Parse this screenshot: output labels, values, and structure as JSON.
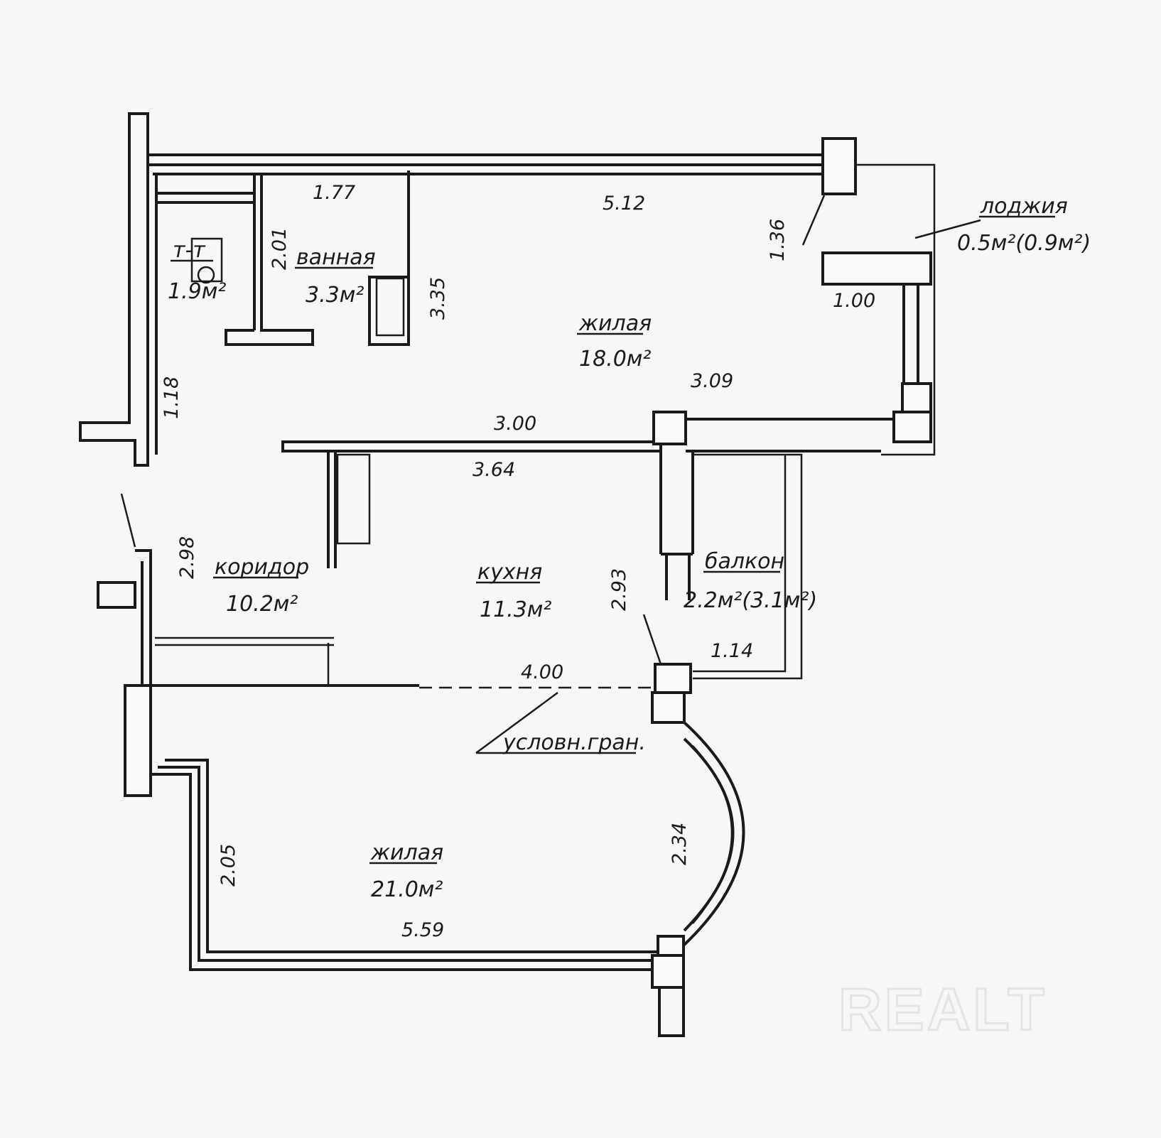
{
  "rooms": {
    "toilet": {
      "name": "т-т",
      "area": "1.9м²"
    },
    "bathroom": {
      "name": "ванная",
      "area": "3.3м²"
    },
    "living1": {
      "name": "жилая",
      "area": "18.0м²"
    },
    "loggia": {
      "name": "лоджия",
      "area": "0.5м²(0.9м²)"
    },
    "corridor": {
      "name": "коридор",
      "area": "10.2м²"
    },
    "kitchen": {
      "name": "кухня",
      "area": "11.3м²"
    },
    "balcony": {
      "name": "балкон",
      "area": "2.2м²(3.1м²)"
    },
    "living2": {
      "name": "жилая",
      "area": "21.0м²"
    }
  },
  "dimensions": [
    "1.77",
    "5.12",
    "2.01",
    "3.35",
    "1.36",
    "1.00",
    "3.09",
    "3.00",
    "3.64",
    "1.18",
    "2.98",
    "2.93",
    "1.14",
    "4.00",
    "2.05",
    "2.34",
    "5.59"
  ],
  "annotation": "условн.гран.",
  "watermark": "REALT"
}
